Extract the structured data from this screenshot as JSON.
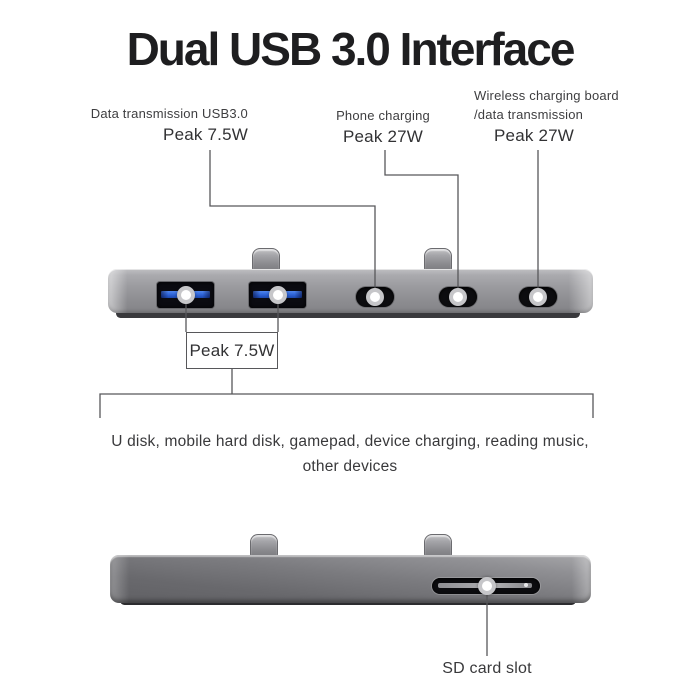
{
  "title": "Dual USB 3.0 Interface",
  "callouts": {
    "data_usb": {
      "name": "Data transmission USB3.0",
      "peak": "Peak 7.5W"
    },
    "phone": {
      "name": "Phone charging",
      "peak": "Peak 27W"
    },
    "wireless": {
      "name": "Wireless charging board",
      "name2": "/data transmission",
      "peak": "Peak 27W"
    },
    "usb_pair_peak": "Peak 7.5W",
    "sd_slot_label": "SD card slot"
  },
  "usage": {
    "line1": "U disk, mobile hard disk, gamepad, device charging, reading music,",
    "line2": "other devices"
  },
  "device": {
    "front_ports": [
      "usb-a-3.0-port",
      "usb-a-3.0-port",
      "usb-c-port",
      "usb-c-port",
      "usb-c-port"
    ],
    "top_connectors": [
      "usb-c-plug",
      "usb-c-plug"
    ],
    "rear_features": [
      "sd-card-slot"
    ]
  },
  "colors": {
    "title_text": "#1e1e20",
    "label_text": "#3e3e40",
    "callout_line": "#57575a",
    "usb_tongue_blue": "#2d62d6",
    "device_silver": "#98989c",
    "device_dark_gray": "#6a6a6e"
  }
}
